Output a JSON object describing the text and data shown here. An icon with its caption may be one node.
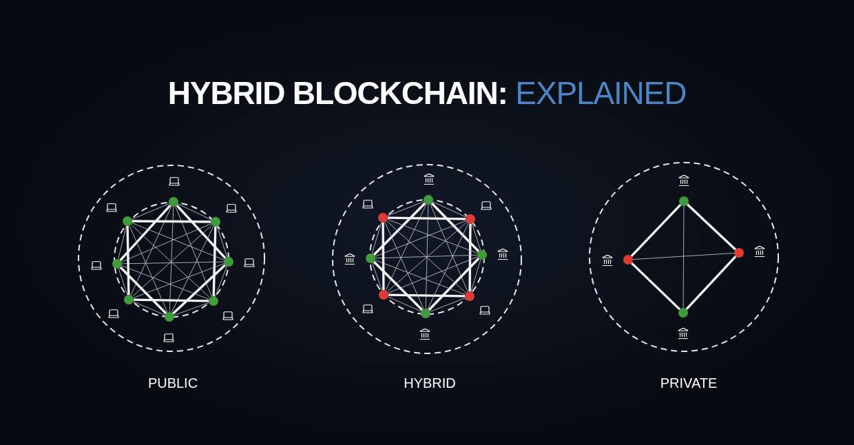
{
  "diagram": {
    "title": "**HYBRID BLOCKCHAIN:** EXPLAINED",
    "nodes": [
      {
        "text": [],
        "shape": "circle"
      },
      {
        "text": [],
        "shape": "circle"
      },
      {
        "text": [],
        "shape": "circle"
      },
      {
        "text": [],
        "shape": "circle"
      },
      {
        "text": [],
        "shape": "circle"
      },
      {
        "text": [],
        "shape": "circle"
      },
      {
        "text": [],
        "shape": "circle"
      },
      {
        "text": [],
        "shape": "circle"
      },
      {
        "text": [],
        "shape": "circle"
      },
      {
        "text": [],
        "shape": "circle"
      },
      {
        "text": [],
        "shape": "circle"
      },
      {
        "text": [],
        "shape": "circle"
      },
      {
        "text": [],
        "shape": "circle"
      },
      {
        "text": [],
        "shape": "circle"
      },
      {
        "text": [],
        "shape": "circle"
      },
      {
        "text": [],
        "shape": "circle"
      },
      {
        "text": [],
        "shape": "circle"
      },
      {
        "text": [],
        "shape": "circle"
      },
      {
        "text": [],
        "shape": "circle"
      },
      {
        "text": [],
        "shape": "circle"
      }
    ],
    "edges": [
      {
        "from": 0,
        "to": 1,
        "arrow": "none"
      },
      {
        "from": 0,
        "to": 2,
        "arrow": "none",
        "style": "thick"
      },
      {
        "from": 0,
        "to": 3,
        "arrow": "none"
      },
      {
        "from": 0,
        "to": 4,
        "arrow": "none"
      },
      {
        "from": 0,
        "to": 5,
        "arrow": "none"
      },
      {
        "from": 0,
        "to": 6,
        "arrow": "none",
        "style": "thick"
      },
      {
        "from": 0,
        "to": 7,
        "arrow": "none"
      },
      {
        "from": 1,
        "to": 2,
        "arrow": "none"
      },
      {
        "from": 1,
        "to": 3,
        "arrow": "none",
        "style": "thick"
      },
      {
        "from": 1,
        "to": 4,
        "arrow": "none"
      },
      {
        "from": 1,
        "to": 5,
        "arrow": "none"
      },
      {
        "from": 1,
        "to": 6,
        "arrow": "none"
      },
      {
        "from": 1,
        "to": 7,
        "arrow": "none",
        "style": "thick"
      },
      {
        "from": 2,
        "to": 3,
        "arrow": "none"
      },
      {
        "from": 2,
        "to": 4,
        "arrow": "none",
        "style": "thick"
      },
      {
        "from": 2,
        "to": 5,
        "arrow": "none"
      },
      {
        "from": 2,
        "to": 6,
        "arrow": "none"
      },
      {
        "from": 2,
        "to": 7,
        "arrow": "none"
      },
      {
        "from": 3,
        "to": 4,
        "arrow": "none"
      },
      {
        "from": 3,
        "to": 5,
        "arrow": "none",
        "style": "thick"
      },
      {
        "from": 3,
        "to": 6,
        "arrow": "none"
      },
      {
        "from": 3,
        "to": 7,
        "arrow": "none"
      },
      {
        "from": 4,
        "to": 5,
        "arrow": "none"
      },
      {
        "from": 4,
        "to": 6,
        "arrow": "none",
        "style": "thick"
      },
      {
        "from": 4,
        "to": 7,
        "arrow": "none"
      },
      {
        "from": 5,
        "to": 6,
        "arrow": "none"
      },
      {
        "from": 5,
        "to": 7,
        "arrow": "none",
        "style": "thick"
      },
      {
        "from": 6,
        "to": 7,
        "arrow": "none"
      },
      {
        "from": 8,
        "to": 9,
        "arrow": "none"
      },
      {
        "from": 8,
        "to": 10,
        "arrow": "none",
        "style": "thick"
      },
      {
        "from": 8,
        "to": 11,
        "arrow": "none"
      },
      {
        "from": 8,
        "to": 12,
        "arrow": "none"
      },
      {
        "from": 8,
        "to": 13,
        "arrow": "none"
      },
      {
        "from": 8,
        "to": 14,
        "arrow": "none",
        "style": "thick"
      },
      {
        "from": 8,
        "to": 15,
        "arrow": "none"
      },
      {
        "from": 9,
        "to": 10,
        "arrow": "none"
      },
      {
        "from": 9,
        "to": 11,
        "arrow": "none",
        "style": "thick"
      },
      {
        "from": 9,
        "to": 12,
        "arrow": "none"
      },
      {
        "from": 9,
        "to": 13,
        "arrow": "none"
      },
      {
        "from": 9,
        "to": 14,
        "arrow": "none"
      },
      {
        "from": 9,
        "to": 15,
        "arrow": "none",
        "style": "thick"
      },
      {
        "from": 10,
        "to": 11,
        "arrow": "none"
      },
      {
        "from": 10,
        "to": 12,
        "arrow": "none",
        "style": "thick"
      },
      {
        "from": 10,
        "to": 13,
        "arrow": "none"
      },
      {
        "from": 10,
        "to": 14,
        "arrow": "none"
      },
      {
        "from": 10,
        "to": 15,
        "arrow": "none"
      },
      {
        "from": 11,
        "to": 12,
        "arrow": "none"
      },
      {
        "from": 11,
        "to": 13,
        "arrow": "none",
        "style": "thick"
      },
      {
        "from": 11,
        "to": 14,
        "arrow": "none"
      },
      {
        "from": 11,
        "to": 15,
        "arrow": "none"
      },
      {
        "from": 12,
        "to": 13,
        "arrow": "none"
      },
      {
        "from": 12,
        "to": 14,
        "arrow": "none",
        "style": "thick"
      },
      {
        "from": 12,
        "to": 15,
        "arrow": "none"
      },
      {
        "from": 13,
        "to": 14,
        "arrow": "none"
      },
      {
        "from": 13,
        "to": 15,
        "arrow": "none",
        "style": "thick"
      },
      {
        "from": 14,
        "to": 15,
        "arrow": "none"
      },
      {
        "from": 16,
        "to": 17,
        "arrow": "none",
        "style": "thick"
      },
      {
        "from": 17,
        "to": 18,
        "arrow": "none",
        "style": "thick"
      },
      {
        "from": 18,
        "to": 19,
        "arrow": "none",
        "style": "thick"
      },
      {
        "from": 19,
        "to": 16,
        "arrow": "none",
        "style": "thick"
      },
      {
        "from": 16,
        "to": 18,
        "arrow": "none"
      },
      {
        "from": 17,
        "to": 19,
        "arrow": "none"
      }
    ],
    "labels": [
      "PUBLIC",
      "HYBRID",
      "PRIVATE"
    ]
  }
}
